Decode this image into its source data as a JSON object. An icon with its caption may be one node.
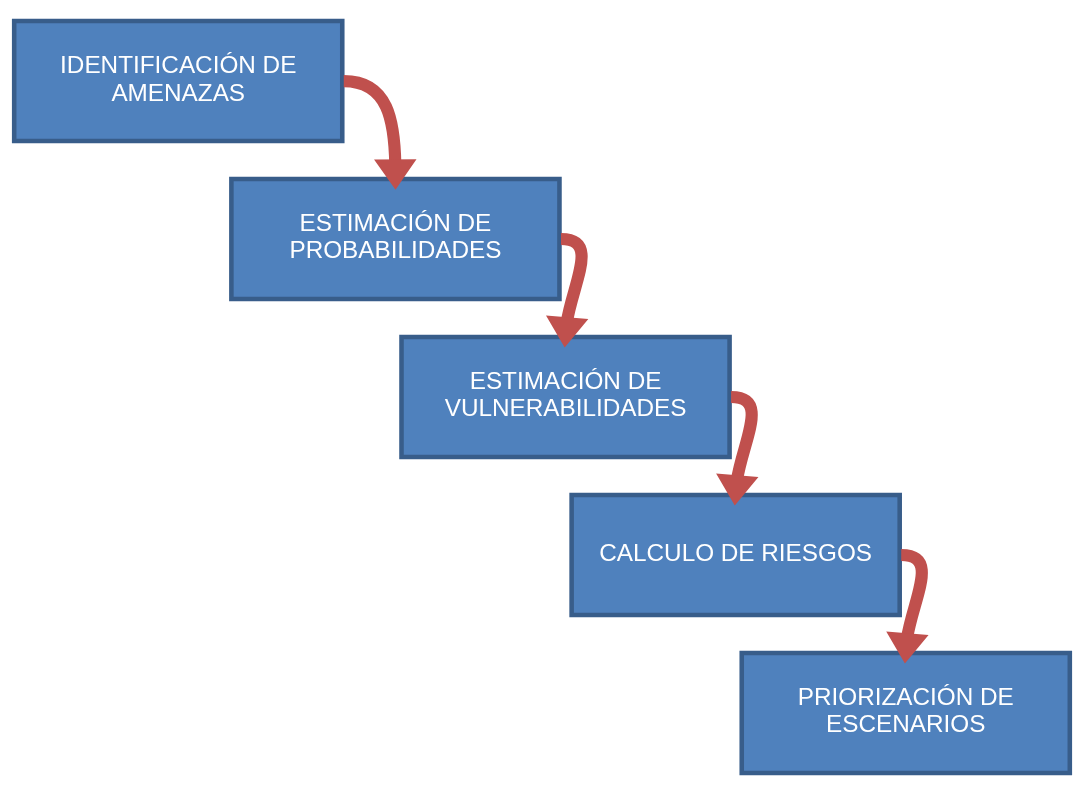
{
  "diagram": {
    "nodes": [
      {
        "text": [
          "IDENTIFICACIÓN DE AMENAZAS"
        ]
      },
      {
        "text": [
          "ESTIMACIÓN DE PROBABILIDADES"
        ]
      },
      {
        "text": [
          "ESTIMACIÓN DE VULNERABILIDADES"
        ]
      },
      {
        "text": [
          "CALCULO DE RIESGOS"
        ]
      },
      {
        "text": [
          "PRIORIZACIÓN DE ESCENARIOS"
        ]
      }
    ],
    "edges": [
      {
        "from": 0,
        "to": 1,
        "arrow": "to"
      },
      {
        "from": 1,
        "to": 2,
        "arrow": "to"
      },
      {
        "from": 2,
        "to": 3,
        "arrow": "to"
      },
      {
        "from": 3,
        "to": 4,
        "arrow": "to"
      }
    ]
  }
}
